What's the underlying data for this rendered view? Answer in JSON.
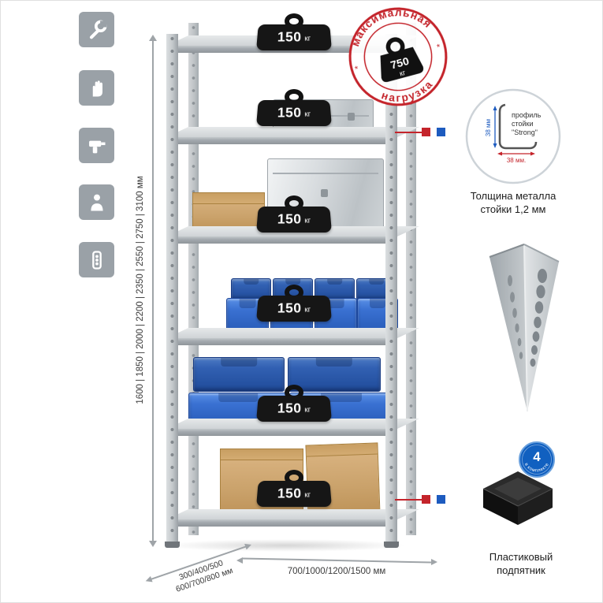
{
  "colors": {
    "accent_red": "#c4242b",
    "accent_blue": "#1d5bbf",
    "bin_blue": "#3a71d2",
    "metal_gray": "#c2c7ca"
  },
  "left_icons": [
    {
      "name": "wrench"
    },
    {
      "name": "gloves"
    },
    {
      "name": "drill"
    },
    {
      "name": "person"
    },
    {
      "name": "power-strip"
    }
  ],
  "dimensions": {
    "height": "1600 | 1850 | 2000 | 2200 | 2350 | 2550 | 2750 | 3100 мм",
    "width": "700/1000/1200/1500 мм",
    "depth_line1": "300/400/500",
    "depth_line2": "600/700/800 мм"
  },
  "shelf_loads": [
    {
      "value": "150",
      "unit": "кг"
    },
    {
      "value": "150",
      "unit": "кг"
    },
    {
      "value": "150",
      "unit": "кг"
    },
    {
      "value": "150",
      "unit": "кг"
    },
    {
      "value": "150",
      "unit": "кг"
    },
    {
      "value": "150",
      "unit": "кг"
    }
  ],
  "max_load_stamp": {
    "arc_top": "максимальная",
    "arc_bottom": "нагрузка",
    "value": "750",
    "unit": "кг"
  },
  "profile_detail": {
    "line1": "профиль",
    "line2": "стойки",
    "line3": "\"Strong\"",
    "dim_v": "38 мм",
    "dim_h": "38 мм.",
    "caption_line1": "Толщина металла",
    "caption_line2": "стойки 1,2 мм"
  },
  "foot_detail": {
    "badge_value": "4",
    "badge_text": "в комплекте",
    "caption_line1": "Пластиковый",
    "caption_line2": "подпятник"
  }
}
